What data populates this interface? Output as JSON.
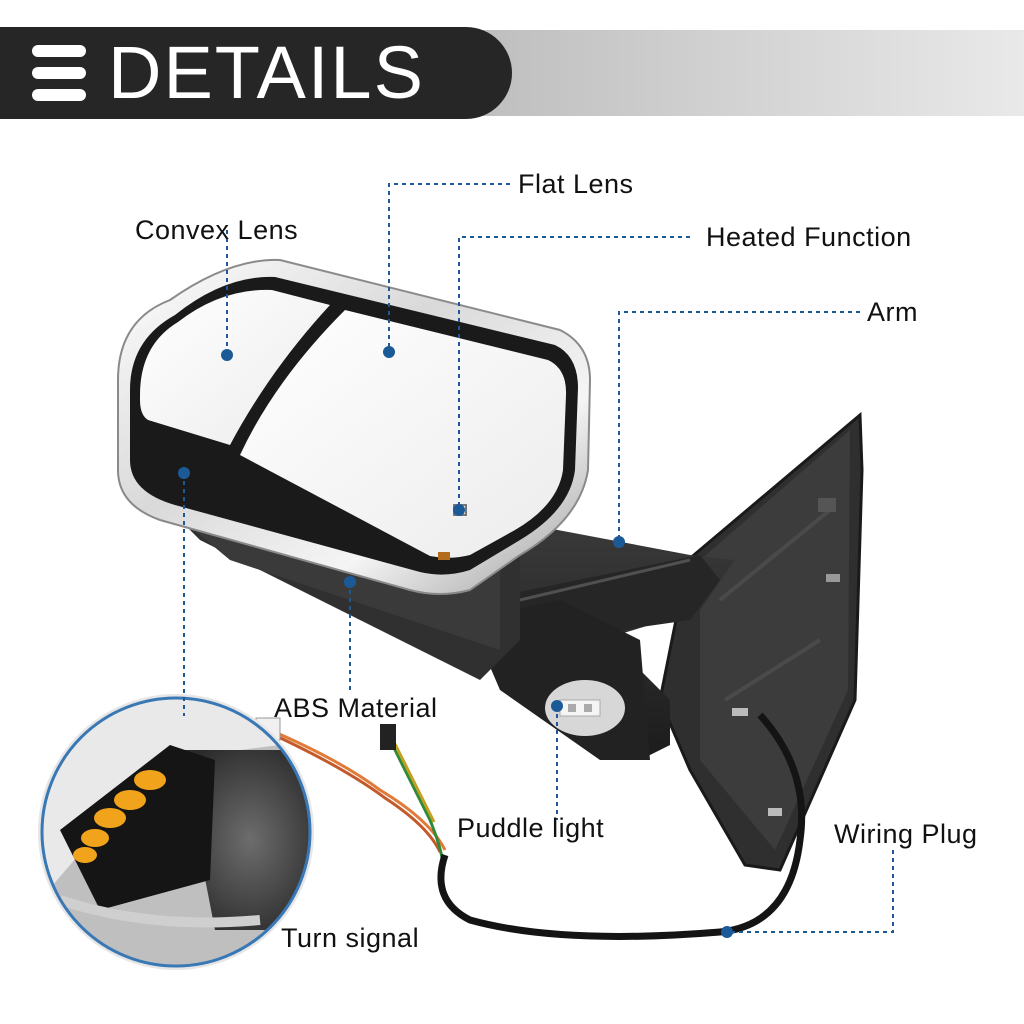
{
  "header": {
    "title": "DETAILS",
    "icon": "menu-icon"
  },
  "callouts": {
    "flat_lens": "Flat Lens",
    "convex_lens": "Convex Lens",
    "heated_function": "Heated Function",
    "arm": "Arm",
    "abs_material": "ABS Material",
    "puddle_light": "Puddle light",
    "wiring_plug": "Wiring Plug",
    "turn_signal": "Turn signal"
  },
  "colors": {
    "header_dark": "#262626",
    "leader_line": "#1b5a97",
    "chrome": "#e8e8e8",
    "housing": "#2b2b2b",
    "turn_signal_amber": "#f2a31c"
  }
}
